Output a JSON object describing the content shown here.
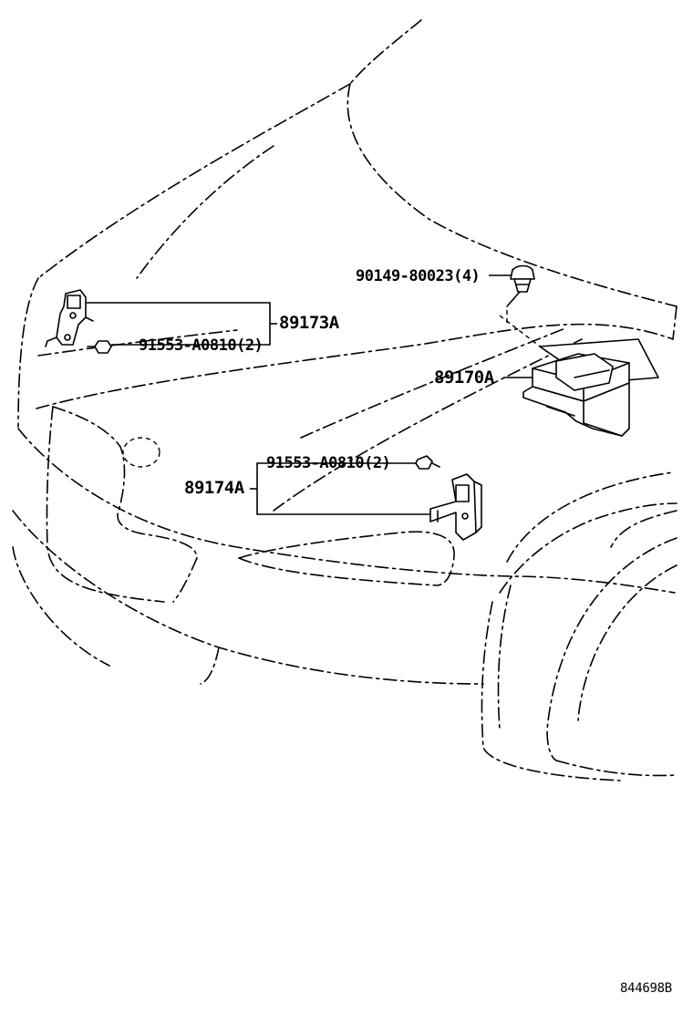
{
  "diagram": {
    "drawing_number": "844698B",
    "callouts": {
      "front_sensor_rh": "89173A",
      "bolt_rh": "91553-A0810(2)",
      "airbag_ecu": "89170A",
      "ecu_screw": "90149-80023(4)",
      "front_sensor_lh": "89174A",
      "bolt_lh": "91553-A0810(2)"
    }
  }
}
